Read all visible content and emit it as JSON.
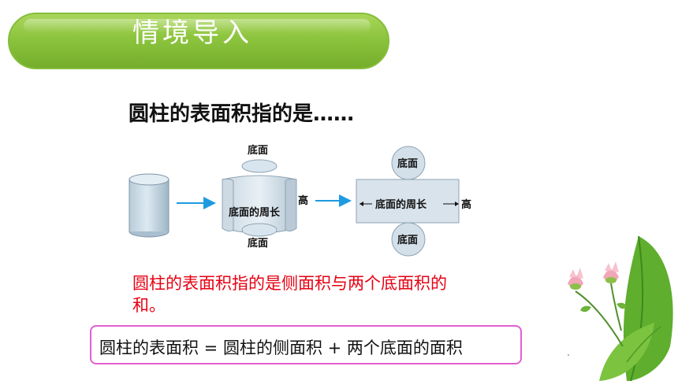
{
  "header": {
    "title": "情境导入"
  },
  "main": {
    "heading": "圆柱的表面积指的是……",
    "diagram": {
      "labels": {
        "top_base": "底面",
        "bottom_base": "底面",
        "side_perimeter": "底面的周长",
        "height": "高",
        "unrolled_top_base": "底面",
        "unrolled_bottom_base": "底面",
        "unrolled_perimeter": "底面的周长",
        "unrolled_height": "高"
      }
    },
    "explanation": "圆柱的表面积指的是侧面积与两个底面积的和。",
    "formula": "圆柱的表面积 = 圆柱的侧面积 + 两个底面的面积"
  },
  "colors": {
    "banner_green": "#8cc43e",
    "emphasis_red": "#e60012",
    "formula_border": "#e25fd0",
    "arrow_blue": "#1e9be0"
  }
}
